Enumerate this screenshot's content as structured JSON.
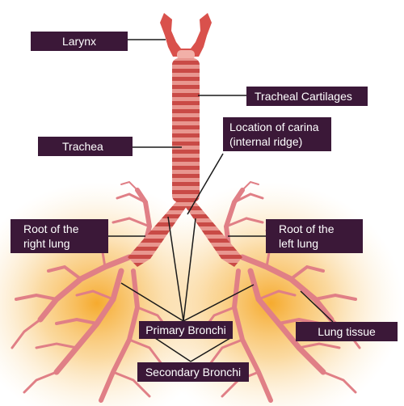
{
  "labels": {
    "larynx": "Larynx",
    "tracheal_cartilages": "Tracheal Cartilages",
    "location_of_carina_line1": "Location of carina",
    "location_of_carina_line2": "(internal ridge)",
    "trachea": "Trachea",
    "root_right_line1": "Root of the",
    "root_right_line2": "right lung",
    "root_left_line1": "Root of the",
    "root_left_line2": "left lung",
    "primary_bronchi": "Primary Bronchi",
    "lung_tissue": "Lung tissue",
    "secondary_bronchi": "Secondary Bronchi"
  },
  "colors": {
    "label_bg": "#3b1838",
    "label_text": "#ffffff",
    "airway_light": "#e8968f",
    "airway_dark": "#c94a46",
    "bronchiole": "#e07f86",
    "lung_glow": "#f5a623",
    "leader_line": "#1a1a1a"
  }
}
